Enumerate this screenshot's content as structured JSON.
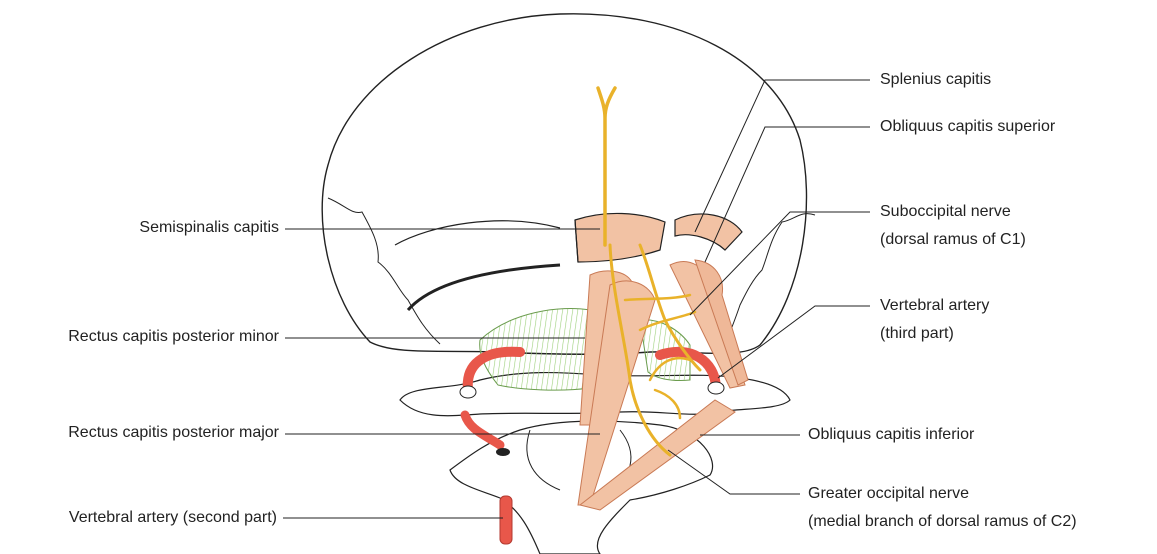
{
  "labels": {
    "semispinalis_capitis": "Semispinalis capitis",
    "rectus_minor": "Rectus capitis posterior minor",
    "rectus_major": "Rectus capitis posterior major",
    "vertebral_artery_second": "Vertebral artery (second part)",
    "splenius_capitis": "Splenius capitis",
    "obliquus_superior": "Obliquus capitis superior",
    "suboccipital_nerve_line1": "Suboccipital nerve",
    "suboccipital_nerve_line2": "(dorsal ramus of C1)",
    "vertebral_artery_third_line1": "Vertebral artery",
    "vertebral_artery_third_line2": "(third part)",
    "obliquus_inferior": "Obliquus capitis inferior",
    "greater_occipital_line1": "Greater occipital nerve",
    "greater_occipital_line2": "(medial branch of dorsal ramus of C2)"
  },
  "colors": {
    "outline": "#222222",
    "muscle_fill": "#f2c2a4",
    "muscle_stroke": "#c97a55",
    "nerve": "#e9b22a",
    "artery": "#e8574a",
    "green_hatch": "#9ccf7a"
  }
}
